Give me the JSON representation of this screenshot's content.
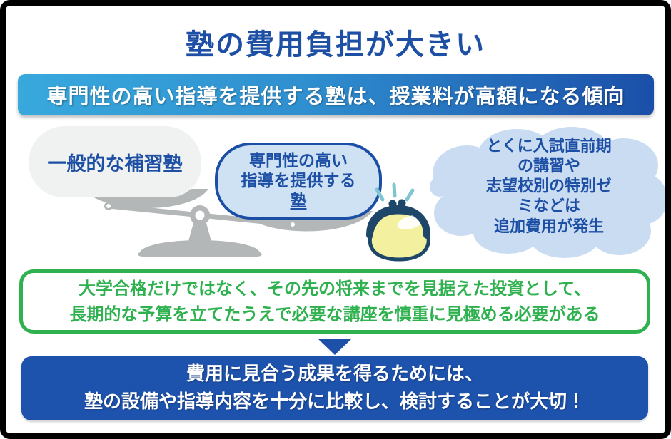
{
  "title": "塾の費用負担が大きい",
  "banner": "専門性の高い指導を提供する塾は、授業料が高額になる傾向",
  "comparison": {
    "left_bubble": "一般的な補習塾",
    "right_bubble": {
      "line1": "専門性の高い",
      "line2": "指導を提供する",
      "line3_underlined": "塾"
    },
    "thought_cloud_lines": [
      "とくに入試直前期",
      "の講習や",
      "志望校別の特別ゼ",
      "ミなどは",
      "追加費用が発生"
    ]
  },
  "advice_box": {
    "line1": "大学合格だけではなく、その先の将来までを見据えた投資として、",
    "line2": "長期的な予算を立てたうえで必要な講座を慎重に見極める必要がある"
  },
  "conclusion_box": {
    "line1": "費用に見合う成果を得るためには、",
    "line2": "塾の設備や指導内容を十分に比較し、検討することが大切！"
  },
  "icons": {
    "scale": "balance-scale-icon",
    "purse": "coin-purse-icon",
    "cloud": "thought-cloud-shape",
    "arrow": "down-arrow-icon"
  },
  "colors": {
    "title_text": "#1d4fa5",
    "banner_gradient_start": "#38a9dd",
    "banner_gradient_end": "#1b4fa9",
    "banner_text": "#ffffff",
    "left_bubble_fill": "#f0f1f1",
    "blue_bubble_fill": "#cfe2f4",
    "blue_bubble_border": "#1b4fa5",
    "cloud_fill": "#c9dcf2",
    "scale_gray": "#b4b7b7",
    "green_accent": "#2eb14e",
    "deep_blue": "#1d52ad",
    "purse_yellow": "#f3f0a0",
    "purse_outline": "#1d4668",
    "sparkle_teal": "#7fc6d2",
    "frame_border": "#000000"
  }
}
